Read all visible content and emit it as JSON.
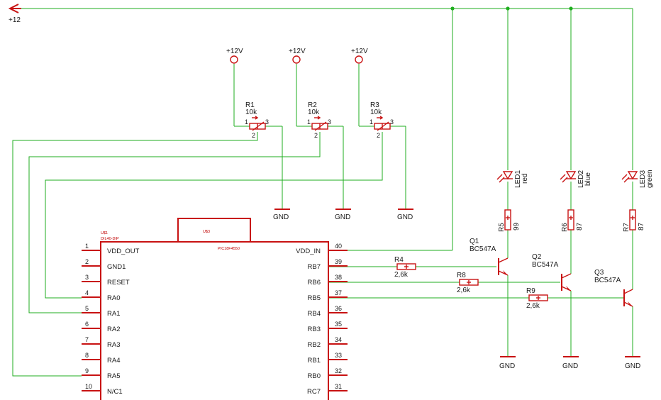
{
  "supply": {
    "rail_label": "+12",
    "pot_supply_label": "+12V"
  },
  "pots": [
    {
      "ref": "R1",
      "value": "10k"
    },
    {
      "ref": "R2",
      "value": "10k"
    },
    {
      "ref": "R3",
      "value": "10k"
    }
  ],
  "pot_pins": {
    "p1": "1",
    "p2": "2",
    "p3": "3"
  },
  "gnd_label": "GND",
  "mcu": {
    "ref": "U$1",
    "package": "DIL40-DIP",
    "socket": "U$3",
    "part": "PIC18F4550",
    "left_pins": [
      {
        "num": "1",
        "name": "VDD_OUT"
      },
      {
        "num": "2",
        "name": "GND1"
      },
      {
        "num": "3",
        "name": "RESET"
      },
      {
        "num": "4",
        "name": "RA0"
      },
      {
        "num": "5",
        "name": "RA1"
      },
      {
        "num": "6",
        "name": "RA2"
      },
      {
        "num": "7",
        "name": "RA3"
      },
      {
        "num": "8",
        "name": "RA4"
      },
      {
        "num": "9",
        "name": "RA5"
      },
      {
        "num": "10",
        "name": "N/C1"
      }
    ],
    "right_pins": [
      {
        "num": "40",
        "name": "VDD_IN"
      },
      {
        "num": "39",
        "name": "RB7"
      },
      {
        "num": "38",
        "name": "RB6"
      },
      {
        "num": "37",
        "name": "RB5"
      },
      {
        "num": "36",
        "name": "RB4"
      },
      {
        "num": "35",
        "name": "RB3"
      },
      {
        "num": "34",
        "name": "RB2"
      },
      {
        "num": "33",
        "name": "RB1"
      },
      {
        "num": "32",
        "name": "RB0"
      },
      {
        "num": "31",
        "name": "RC7"
      }
    ]
  },
  "base_resistors": [
    {
      "ref": "R4",
      "value": "2,6k"
    },
    {
      "ref": "R8",
      "value": "2,6k"
    },
    {
      "ref": "R9",
      "value": "2,6k"
    }
  ],
  "transistors": [
    {
      "ref": "Q1",
      "type": "BC547A"
    },
    {
      "ref": "Q2",
      "type": "BC547A"
    },
    {
      "ref": "Q3",
      "type": "BC547A"
    }
  ],
  "leds": [
    {
      "ref": "LED1",
      "color_label": "red"
    },
    {
      "ref": "LED2",
      "color_label": "blue"
    },
    {
      "ref": "LED3",
      "color_label": "green"
    }
  ],
  "led_resistors": [
    {
      "ref": "R5",
      "value": "99"
    },
    {
      "ref": "R6",
      "value": "87"
    },
    {
      "ref": "R7",
      "value": "87"
    }
  ],
  "colors": {
    "wire": "#1fae1f",
    "component": "#c81212"
  }
}
